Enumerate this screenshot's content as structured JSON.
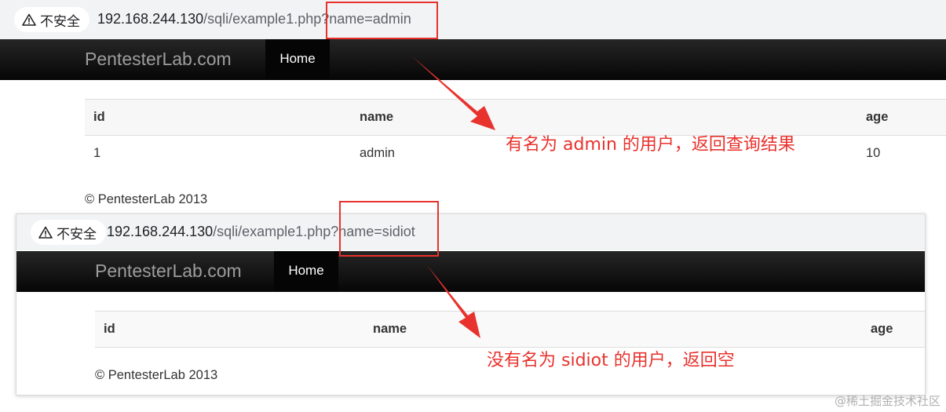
{
  "screens": [
    {
      "security_label": "不安全",
      "url_host": "192.168.244.130",
      "url_rest": "/sqli/example1.php?name=admin",
      "brand": "PentesterLab.com",
      "nav_home": "Home",
      "table_headers": [
        "id",
        "name",
        "age"
      ],
      "rows": [
        [
          "1",
          "admin",
          "10"
        ]
      ],
      "footer": "© PentesterLab 2013",
      "annotation": "有名为 admin 的用户，返回查询结果"
    },
    {
      "security_label": "不安全",
      "url_host": "192.168.244.130",
      "url_rest": "/sqli/example1.php?name=sidiot",
      "brand": "PentesterLab.com",
      "nav_home": "Home",
      "table_headers": [
        "id",
        "name",
        "age"
      ],
      "rows": [],
      "footer": "© PentesterLab 2013",
      "annotation": "没有名为 sidiot 的用户，返回空"
    }
  ],
  "watermark": "@稀土掘金技术社区",
  "colors": {
    "annotation_red": "#e8322d",
    "navbar": "#111111"
  }
}
